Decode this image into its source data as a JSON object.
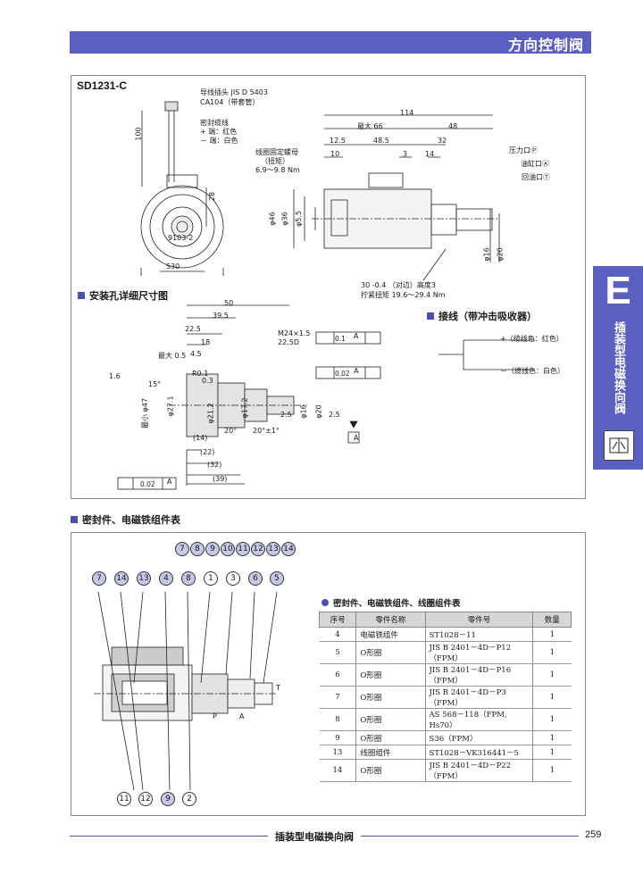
{
  "header": {
    "title": "方向控制阀"
  },
  "model": "SD1231-C",
  "top_labels": {
    "plug": "导线插头 JIS D 5403",
    "plug_sub": "CA104（带套管）",
    "cable": "密封缆线",
    "plus": "+ 端：红色",
    "minus": "－ 端：白色",
    "nut": "线圈固定螺母",
    "nut_sub": "（扭矩）",
    "nut_torque": "6.9～9.8 Nm",
    "port_p": "压力口Ⓟ",
    "port_a": "油缸口Ⓐ",
    "port_t": "回油口Ⓣ",
    "hex": "30 -0.4 （对边）高度3",
    "hex_torque": "拧紧扭矩 19.6～29.4 Nm"
  },
  "dims": {
    "d100": "100",
    "d28": "28",
    "s30": "S30",
    "code": "9103-2",
    "d114": "114",
    "d66": "最大 66",
    "d48": "48",
    "d12_5": "12.5",
    "d48_5": "48.5",
    "d32": "32",
    "d10": "10",
    "d3": "3",
    "d14": "14",
    "phi46": "φ46",
    "phi36": "φ36",
    "phi5_5": "φ5.5",
    "phi16": "φ16",
    "phi20": "φ20"
  },
  "mount_section": {
    "title": "安装孔详细尺寸图",
    "d50": "50",
    "d39_5": "39.5",
    "d22_5": "22.5",
    "d18": "18",
    "d4_5": "4.5",
    "max05": "最大 0.5",
    "r01": "R0.1",
    "d03": "0.3",
    "d1_6": "1.6",
    "ang15": "15°",
    "min47": "最小 φ47",
    "phi27": "φ27.1",
    "phi21": "φ21.2",
    "phi17": "φ17.2",
    "phi16": "φ16",
    "phi20": "φ20",
    "d2_5a": "2.5",
    "d2_5b": "2.5",
    "m24": "M24×1.5",
    "d22_5d": "22.5D",
    "tol1": "0.1",
    "tol2": "0.02",
    "tol3": "0.02",
    "datum": "A",
    "d14": "(14)",
    "d22": "(22)",
    "d32": "(32)",
    "d39": "(39)",
    "ang20": "20°",
    "ang20b": "20°±1°"
  },
  "wiring": {
    "title": "接线（带冲击吸收器）",
    "plus": "+（缆线色：红色）",
    "minus": "－（缆线色：白色）"
  },
  "seal_section": {
    "title": "密封件、电磁铁组件表"
  },
  "top_bubbles": [
    "7",
    "8",
    "9",
    "10",
    "11",
    "12",
    "13",
    "14"
  ],
  "callouts_top": [
    "7",
    "14",
    "13",
    "4",
    "8",
    "1",
    "3",
    "6",
    "5"
  ],
  "callouts_bottom": [
    "11",
    "12",
    "9",
    "2"
  ],
  "port_marks": {
    "p": "P",
    "a": "A",
    "t": "T"
  },
  "parts_table": {
    "title": "密封件、电磁铁组件、线圈组件表",
    "headers": [
      "序号",
      "零件名称",
      "零件号",
      "数量"
    ],
    "rows": [
      [
        "4",
        "电磁铁组件",
        "ST1028－11",
        "1"
      ],
      [
        "5",
        "O形圈",
        "JIS B 2401－4D－P12（FPM）",
        "1"
      ],
      [
        "6",
        "O形圈",
        "JIS B 2401－4D－P16（FPM）",
        "1"
      ],
      [
        "7",
        "O形圈",
        "JIS B 2401－4D－P3（FPM）",
        "1"
      ],
      [
        "8",
        "O形圈",
        "AS 568－118（FPM, Hs70）",
        "1"
      ],
      [
        "9",
        "O形圈",
        "S36（FPM）",
        "1"
      ],
      [
        "13",
        "线圈组件",
        "ST1028－VK316441－5",
        "1"
      ],
      [
        "14",
        "O形圈",
        "JIS B 2401－4D－P22（FPM）",
        "1"
      ]
    ]
  },
  "side_tab": {
    "letter": "E",
    "text": "插装型电磁换向阀"
  },
  "footer": {
    "title": "插装型电磁换向阀",
    "page": "259"
  },
  "colors": {
    "accent": "#5a5fc0"
  }
}
